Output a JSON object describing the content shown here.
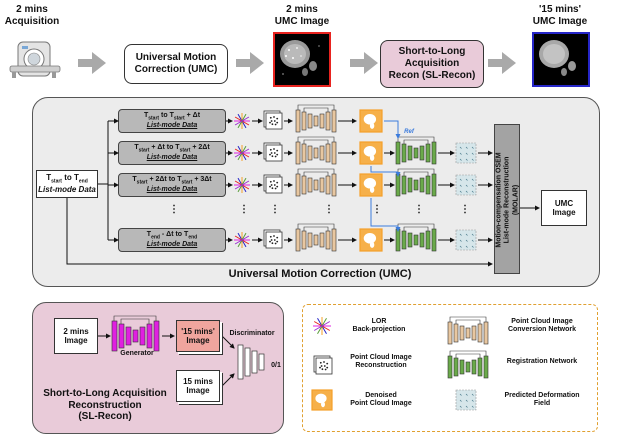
{
  "top": {
    "acq_label": "2 mins\nAcquisition",
    "umc_box": "Universal Motion\nCorrection (UMC)",
    "umc_image_label": "2 mins\nUMC Image",
    "sl_box": "Short-to-Long\nAcquisition\nRecon (SL-Recon)",
    "long_image_label": "'15 mins'\nUMC Image"
  },
  "umc": {
    "input": [
      "T",
      "start",
      " to T",
      "end"
    ],
    "input_sub": "List-mode Data",
    "frames": [
      {
        "line1": "T start to T start + Δt",
        "sub": "List-mode Data"
      },
      {
        "line1": "T start + Δt to T start + 2Δt",
        "sub": "List-mode Data"
      },
      {
        "line1": "T start + 2Δt to T start + 3Δt",
        "sub": "List-mode Data"
      },
      {
        "line1": "T end - Δt to T end",
        "sub": "List-mode Data"
      }
    ],
    "ellipsis": "⋮",
    "ref_label": "Ref",
    "osem_label": "Motion-compensation OSEM\nList-mode Reconstruction\n(MOLAR)",
    "osem_molar": "MOLAR",
    "output_label": "UMC\nImage",
    "section_title": "Universal Motion Correction (UMC)"
  },
  "slrecon": {
    "input_label": "2 mins\nImage",
    "generator_label": "Generator",
    "fake_label": "'15 mins'\nImage",
    "real_label": "15 mins\nImage",
    "disc_label": "Discriminator",
    "output_label": "0/1",
    "title": "Short-to-Long Acquisition\nReconstruction\n(SL-Recon)"
  },
  "legend": {
    "lor": "LOR\nBack-projection",
    "pci": "Point Cloud Image\nReconstruction",
    "denoised": "Denoised\nPoint Cloud Image",
    "conv_net": "Point Cloud Image\nConversion Network",
    "reg_net": "Registration Network",
    "deform": "Predicted Deformation\nField"
  },
  "colors": {
    "red": "#e8231f",
    "blue": "#2626c8",
    "pink": "#e9cbd9",
    "orange": "#f5a02a",
    "green": "#5a9e3a",
    "tan": "#e8c7a0",
    "magenta": "#e020e0",
    "gray_panel": "#ececec"
  }
}
